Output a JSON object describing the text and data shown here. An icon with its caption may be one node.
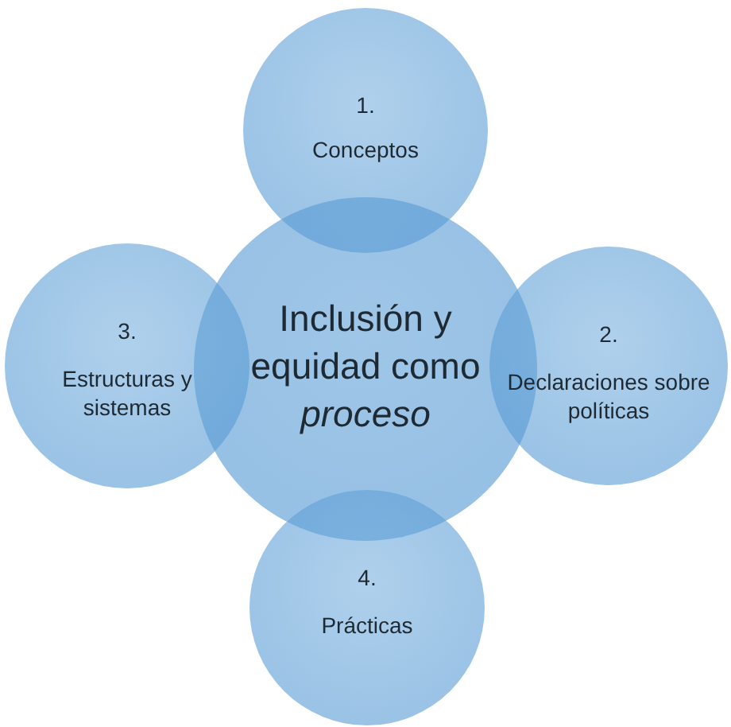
{
  "diagram": {
    "nodes": [
      {
        "text": [
          "1.",
          "Conceptos"
        ]
      },
      {
        "text": [
          "Inclusión y equidad como *proceso*"
        ]
      },
      {
        "text": [
          "3.",
          "Estructuras y sistemas"
        ]
      },
      {
        "text": [
          "2.",
          "Declaraciones sobre políticas"
        ]
      },
      {
        "text": [
          "4.",
          "Prácticas"
        ]
      }
    ]
  }
}
